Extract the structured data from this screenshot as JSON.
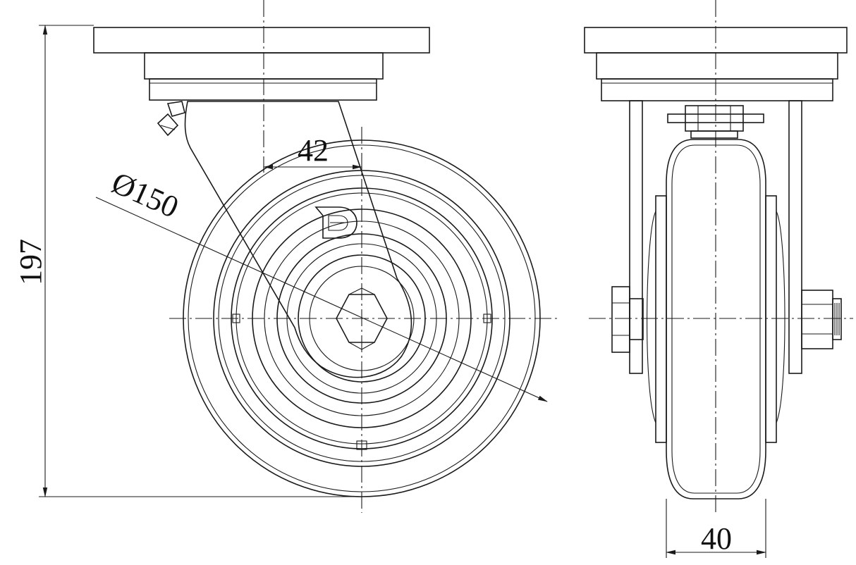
{
  "drawing": {
    "colors": {
      "line": "#1a1a1a",
      "background": "#ffffff"
    },
    "dimensions": {
      "height": "197",
      "offset": "42",
      "wheel_diameter": "Ø150",
      "wheel_width": "40"
    }
  }
}
